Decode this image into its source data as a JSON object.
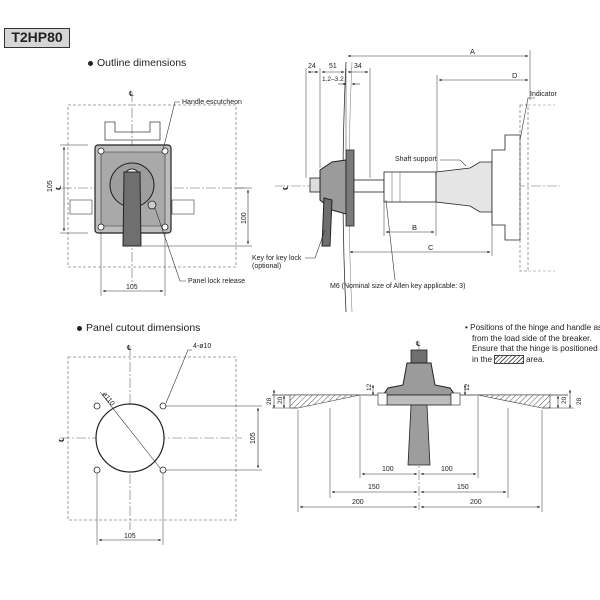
{
  "model": "T2HP80",
  "sections": {
    "outline": "Outline dimensions",
    "cutout": "Panel cutout dimensions"
  },
  "callouts": {
    "handle_escutcheon": "Handle escutcheon",
    "panel_lock_release": "Panel lock release",
    "key_lock_1": "Key for key lock",
    "key_lock_2": "(optional)",
    "shaft_support": "Shaft support",
    "indicator": "Indicator",
    "m6": "M6 (Nominal size of Allen key applicable: 3)",
    "four_holes": "4-ø10"
  },
  "note": {
    "line1": "• Positions of the hinge and handle as",
    "line2": "from the load side of the breaker.",
    "line3": "Ensure that the hinge is positioned",
    "line4_pre": "in the",
    "line4_post": "area."
  },
  "dims": {
    "front_105_v": "105",
    "front_100": "100",
    "front_105_h": "105",
    "side_24": "24",
    "side_51": "51",
    "side_34": "34",
    "side_12_32": "1.2–3.2",
    "side_A": "A",
    "side_D": "D",
    "side_B": "B",
    "side_C": "C",
    "cut_dia": "ø110",
    "cut_105_v": "105",
    "cut_105_h": "105",
    "hinge_28_l": "28",
    "hinge_20_l": "20",
    "hinge_12_l": "12",
    "hinge_12_r": "12",
    "hinge_28_r": "28",
    "hinge_20_r": "20",
    "hinge_100_l": "100",
    "hinge_100_r": "100",
    "hinge_150_l": "150",
    "hinge_150_r": "150",
    "hinge_200_l": "200",
    "hinge_200_r": "200"
  },
  "symbols": {
    "centerline": "℄"
  }
}
